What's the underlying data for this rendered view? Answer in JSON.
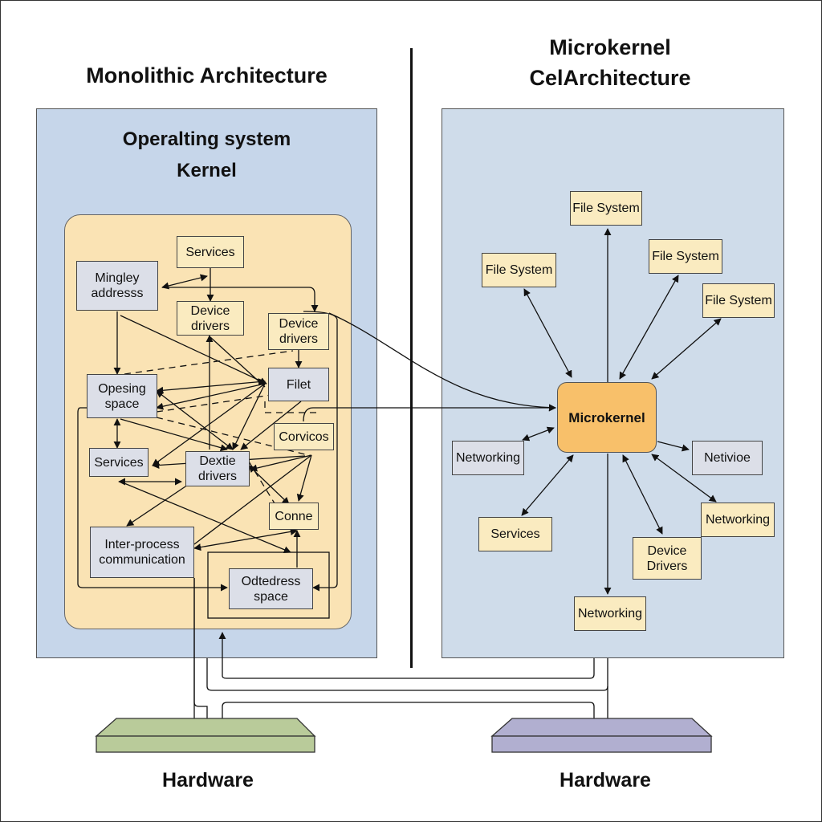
{
  "monolithic": {
    "title": "Monolithic Architecture",
    "heading_line1": "Operalting system",
    "heading_line2": "Kernel",
    "boxes": [
      {
        "id": "services-top",
        "label": "Services",
        "style": "y"
      },
      {
        "id": "mingley-address",
        "label": "Mingley addresss",
        "style": "g"
      },
      {
        "id": "device-drivers-1",
        "label": "Device drivers",
        "style": "y"
      },
      {
        "id": "device-drivers-2",
        "label": "Device drivers",
        "style": "y"
      },
      {
        "id": "opesing-space",
        "label": "Opesing space",
        "style": "g"
      },
      {
        "id": "filet",
        "label": "Filet",
        "style": "g"
      },
      {
        "id": "corvicos",
        "label": "Corvicos",
        "style": "y"
      },
      {
        "id": "services-mid",
        "label": "Services",
        "style": "g"
      },
      {
        "id": "dextie-drivers",
        "label": "Dextie drivers",
        "style": "g"
      },
      {
        "id": "conne",
        "label": "Conne",
        "style": "y"
      },
      {
        "id": "inter-process",
        "label": "Inter-process communication",
        "style": "g"
      },
      {
        "id": "odtedress-space",
        "label": "Odtedress space",
        "style": "g"
      }
    ],
    "hardware_label": "Hardware",
    "hardware_color": "#b9cb9a"
  },
  "microkernel": {
    "title_line1": "Microkernel",
    "title_line2": "CelArchitecture",
    "core_label": "Microkernel",
    "core_color": "#f8c06a",
    "boxes": [
      {
        "id": "file-system-top",
        "label": "File System",
        "style": "y"
      },
      {
        "id": "file-system-left",
        "label": "File System",
        "style": "y"
      },
      {
        "id": "file-system-right1",
        "label": "File System",
        "style": "y"
      },
      {
        "id": "file-system-right2",
        "label": "File System",
        "style": "y"
      },
      {
        "id": "networking-left",
        "label": "Networking",
        "style": "g"
      },
      {
        "id": "netivione",
        "label": "Netivioe",
        "style": "g"
      },
      {
        "id": "services",
        "label": "Services",
        "style": "y"
      },
      {
        "id": "networking-right",
        "label": "Networking",
        "style": "y"
      },
      {
        "id": "device-drivers",
        "label": "Device Drivers",
        "style": "y"
      },
      {
        "id": "networking-bottom",
        "label": "Networking",
        "style": "y"
      }
    ],
    "hardware_label": "Hardware",
    "hardware_color": "#b1afd0"
  }
}
